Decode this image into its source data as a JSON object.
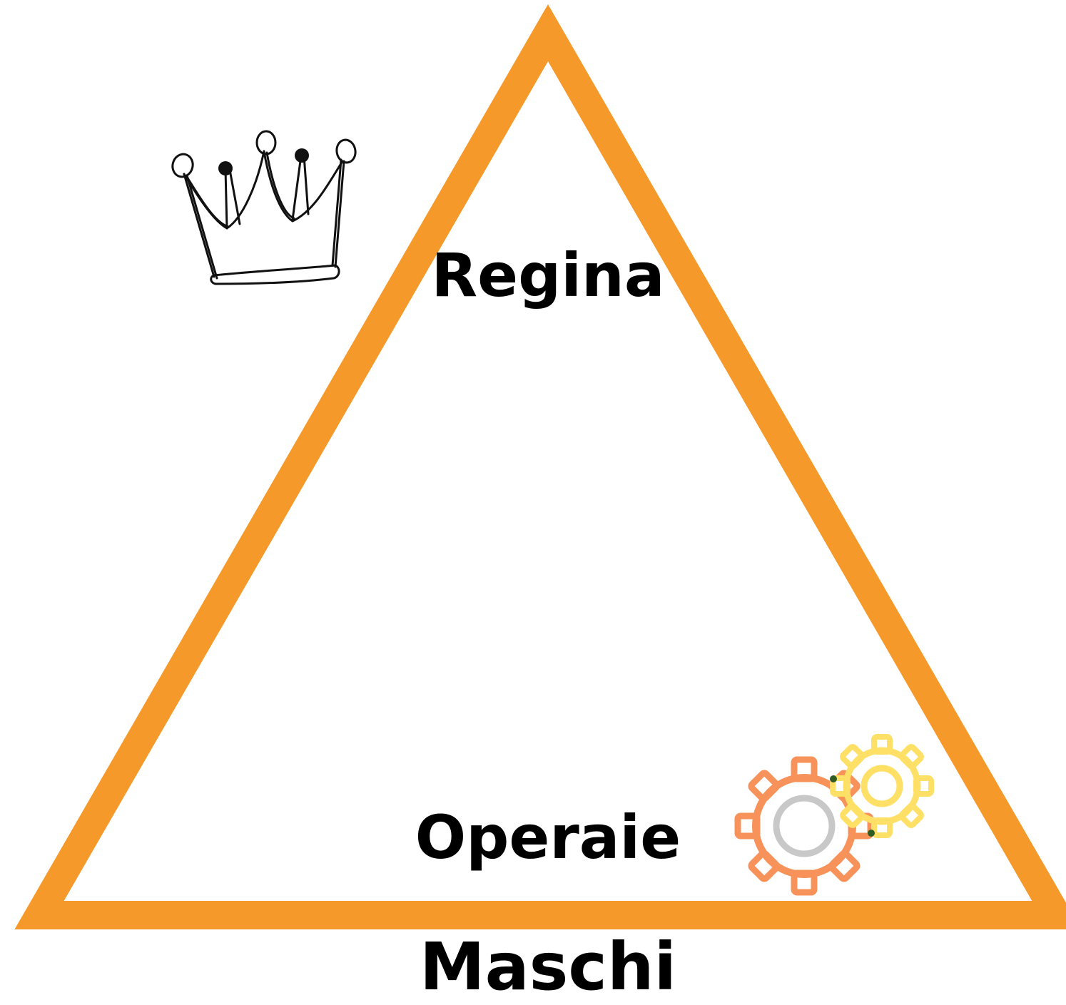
{
  "diagram": {
    "levels": {
      "top": "Regina",
      "middle": "Operaie",
      "bottom": "Maschi"
    },
    "icons": {
      "top": "crown-icon",
      "middle": "gears-icon"
    },
    "colors": {
      "pyramid_outline": "#F59A2A",
      "text": "#000000",
      "crown_line": "#111111",
      "gear_large": "#F7935A",
      "gear_small": "#FFE066",
      "gear_center": "#C8C8C8",
      "gear_joint": "#2F5C22"
    }
  }
}
